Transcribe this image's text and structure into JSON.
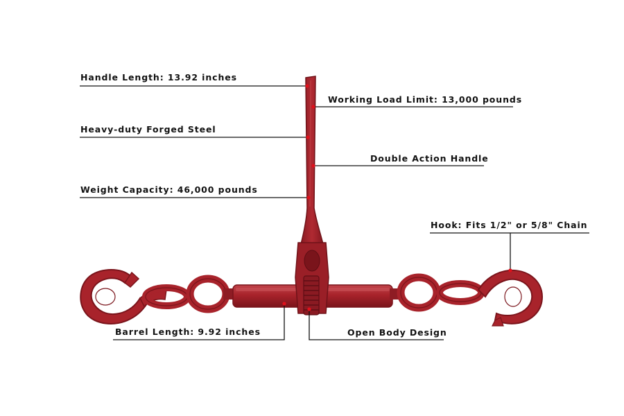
{
  "colors": {
    "product_red": "#a8232b",
    "product_dark": "#7a141b",
    "product_highlight": "#c8464c",
    "marker": "#e0101b",
    "leader_line": "#111111",
    "background": "#ffffff"
  },
  "callouts": {
    "handle_length": "Handle Length: 13.92 inches",
    "working_load_limit": "Working Load Limit: 13,000 pounds",
    "forged_steel": "Heavy-duty Forged Steel",
    "double_action_handle": "Double Action Handle",
    "weight_capacity": "Weight Capacity: 46,000 pounds",
    "hook_fits": "Hook: Fits 1/2\" or 5/8\" Chain",
    "barrel_length": "Barrel Length: 9.92 inches",
    "open_body_design": "Open Body Design"
  }
}
